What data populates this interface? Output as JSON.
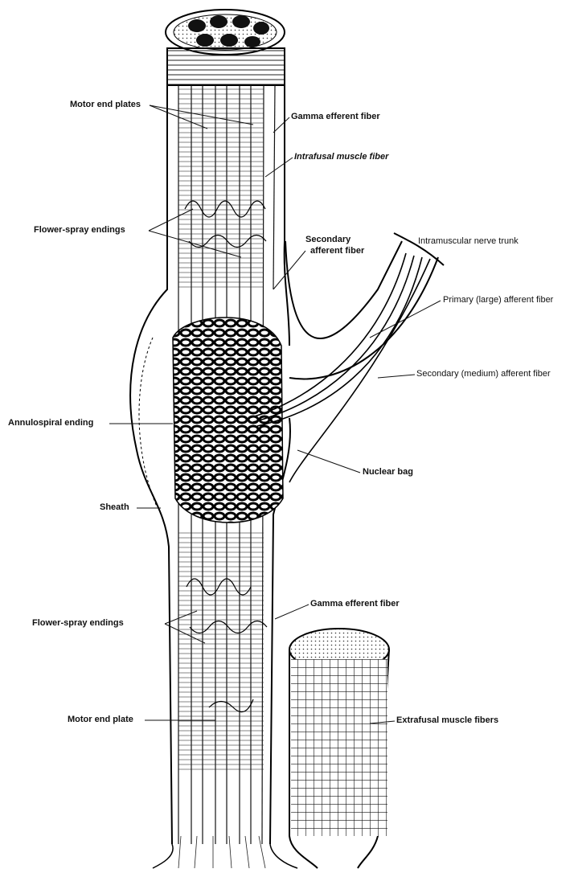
{
  "labels": {
    "motor_end_plates": "Motor end plates",
    "gamma_efferent_top": "Gamma efferent fiber",
    "intrafusal_muscle_fiber": "Intrafusal muscle fiber",
    "flower_spray_top": "Flower-spray endings",
    "secondary_afferent_line1": "Secondary",
    "secondary_afferent_line2": "afferent fiber",
    "intramuscular_nerve_trunk": "Intramuscular nerve trunk",
    "primary_afferent": "Primary (large) afferent fiber",
    "secondary_medium_afferent": "Secondary (medium) afferent fiber",
    "annulospiral_ending": "Annulospiral ending",
    "nuclear_bag": "Nuclear bag",
    "sheath": "Sheath",
    "gamma_efferent_bottom": "Gamma efferent fiber",
    "flower_spray_bottom": "Flower-spray endings",
    "motor_end_plate": "Motor end plate",
    "extrafusal_muscle_fibers": "Extrafusal muscle fibers"
  }
}
